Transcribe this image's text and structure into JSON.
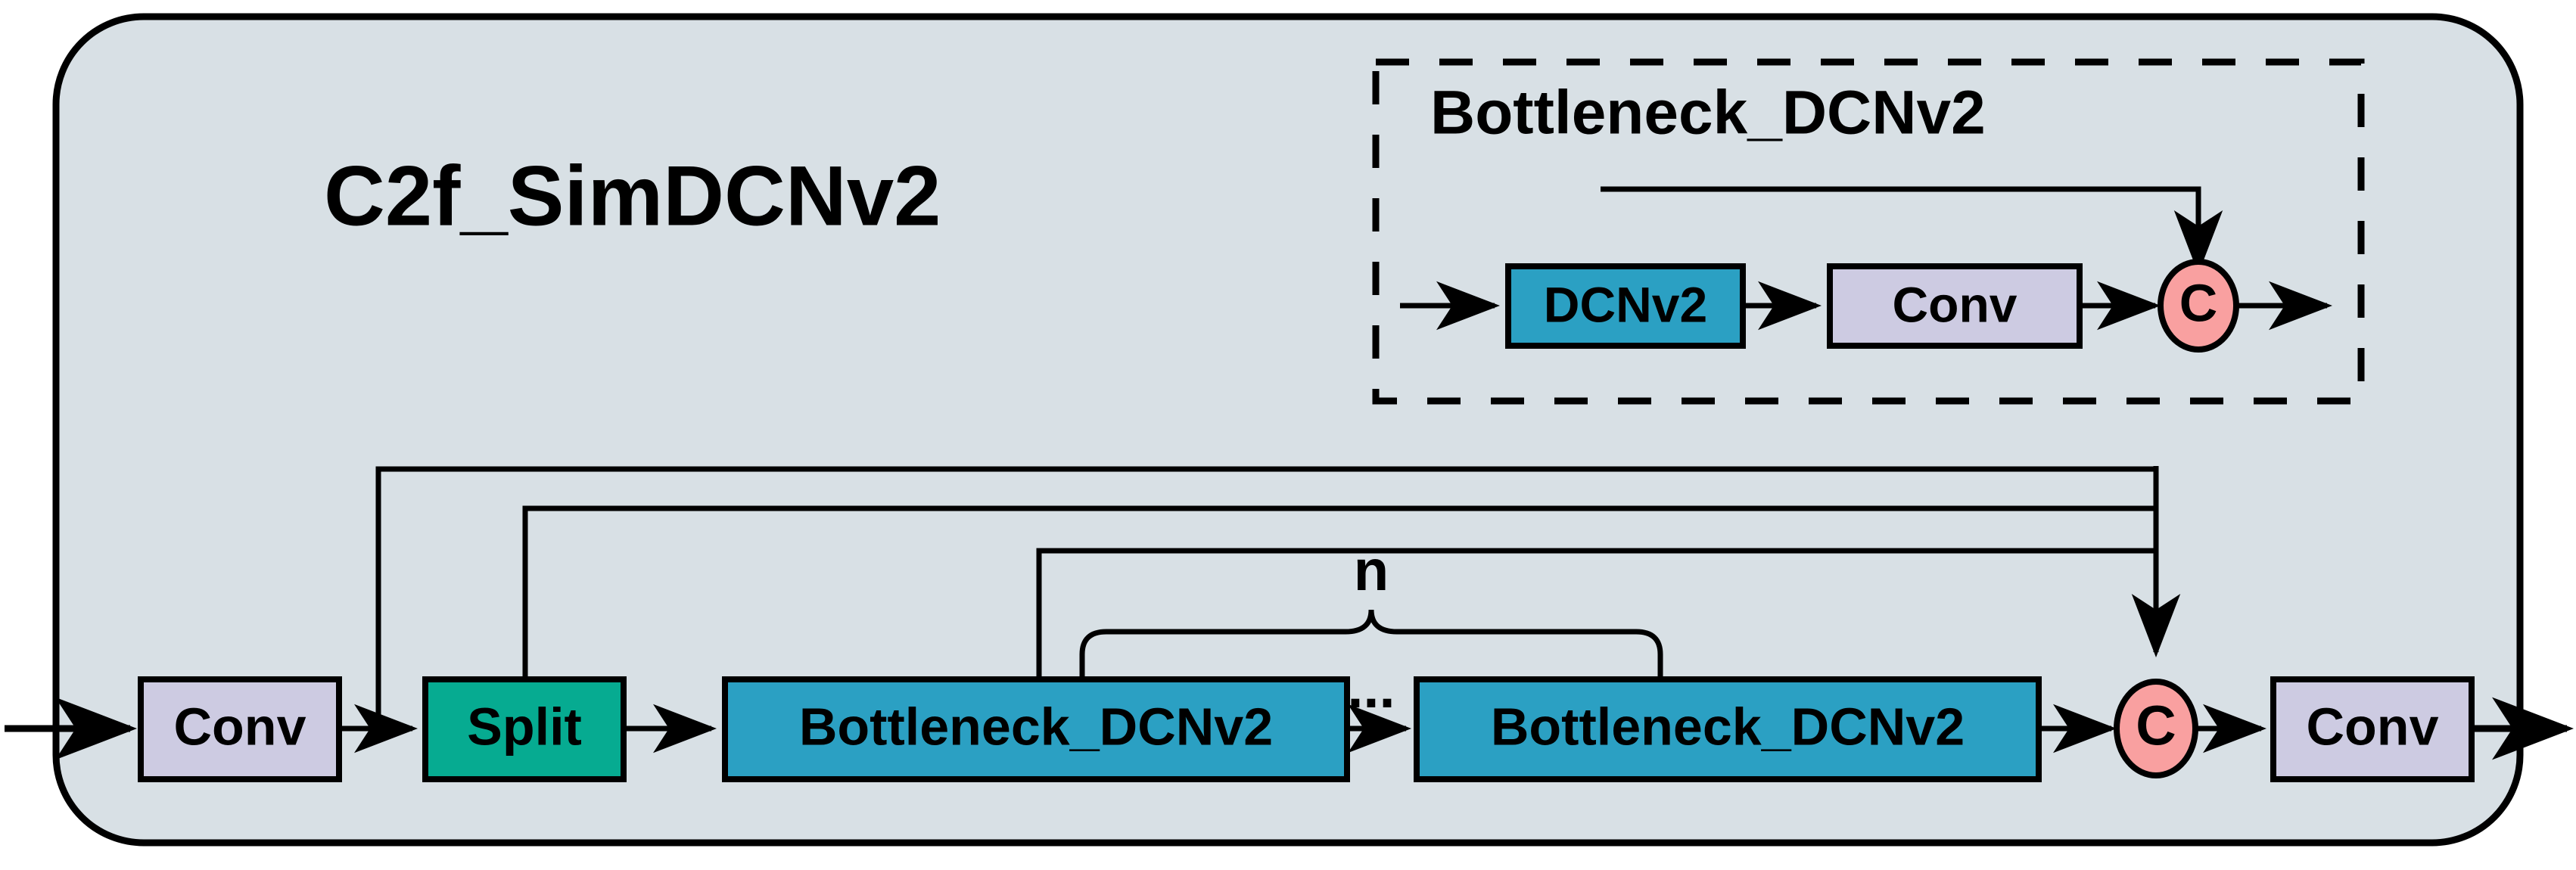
{
  "figure": {
    "title": "C2f_SimDCNv2",
    "background_color": "#d8e0e5",
    "container_border_color": "#000000"
  },
  "colors": {
    "panel_background": "#d8e0e5",
    "conv_fill": "#cdcbe2",
    "split_fill": "#06ab91",
    "bottleneck_fill": "#2ba0c3",
    "dcnv2_fill": "#2ba0c3",
    "concat_fill": "#f9a0a0",
    "line": "#000000"
  },
  "inset": {
    "title": "Bottleneck_DCNv2",
    "border_style": "dashed",
    "blocks": [
      {
        "id": "inset-dcnv2",
        "label": "DCNv2",
        "type": "process",
        "fill": "#2ba0c3"
      },
      {
        "id": "inset-conv",
        "label": "Conv",
        "type": "process",
        "fill": "#cdcbe2"
      },
      {
        "id": "inset-concat",
        "label": "C",
        "type": "concat",
        "fill": "#f9a0a0"
      }
    ],
    "edges": [
      {
        "from": "input",
        "to": "inset-dcnv2",
        "kind": "arrow"
      },
      {
        "from": "inset-dcnv2",
        "to": "inset-conv",
        "kind": "arrow"
      },
      {
        "from": "inset-conv",
        "to": "inset-concat",
        "kind": "arrow"
      },
      {
        "from": "inset-concat",
        "to": "output",
        "kind": "arrow"
      },
      {
        "from": "inset-dcnv2-top",
        "to": "inset-concat",
        "kind": "skip-arrow"
      }
    ]
  },
  "main": {
    "blocks": [
      {
        "id": "conv-in",
        "label": "Conv",
        "type": "process",
        "fill": "#cdcbe2"
      },
      {
        "id": "split",
        "label": "Split",
        "type": "split",
        "fill": "#06ab91"
      },
      {
        "id": "bottleneck-1",
        "label": "Bottleneck_DCNv2",
        "type": "process",
        "fill": "#2ba0c3"
      },
      {
        "id": "bottleneck-n",
        "label": "Bottleneck_DCNv2",
        "type": "process",
        "fill": "#2ba0c3"
      },
      {
        "id": "concat",
        "label": "C",
        "type": "concat",
        "fill": "#f9a0a0"
      },
      {
        "id": "conv-out",
        "label": "Conv",
        "type": "process",
        "fill": "#cdcbe2"
      }
    ],
    "ellipsis": "...",
    "repeat_label": "n",
    "edges": [
      {
        "from": "input",
        "to": "conv-in",
        "kind": "arrow"
      },
      {
        "from": "conv-in",
        "to": "split",
        "kind": "arrow"
      },
      {
        "from": "split",
        "to": "bottleneck-1",
        "kind": "arrow"
      },
      {
        "from": "bottleneck-1",
        "to": "bottleneck-n",
        "kind": "arrow"
      },
      {
        "from": "bottleneck-n",
        "to": "concat",
        "kind": "arrow"
      },
      {
        "from": "concat",
        "to": "conv-out",
        "kind": "arrow"
      },
      {
        "from": "conv-out",
        "to": "output",
        "kind": "arrow"
      },
      {
        "from": "conv-in-out-tap",
        "to": "concat",
        "kind": "skip"
      },
      {
        "from": "split-top",
        "to": "concat",
        "kind": "skip"
      },
      {
        "from": "bottleneck-1-top",
        "to": "concat",
        "kind": "skip"
      }
    ],
    "brace": {
      "label": "n",
      "spans": [
        "bottleneck-1",
        "bottleneck-n"
      ]
    }
  }
}
